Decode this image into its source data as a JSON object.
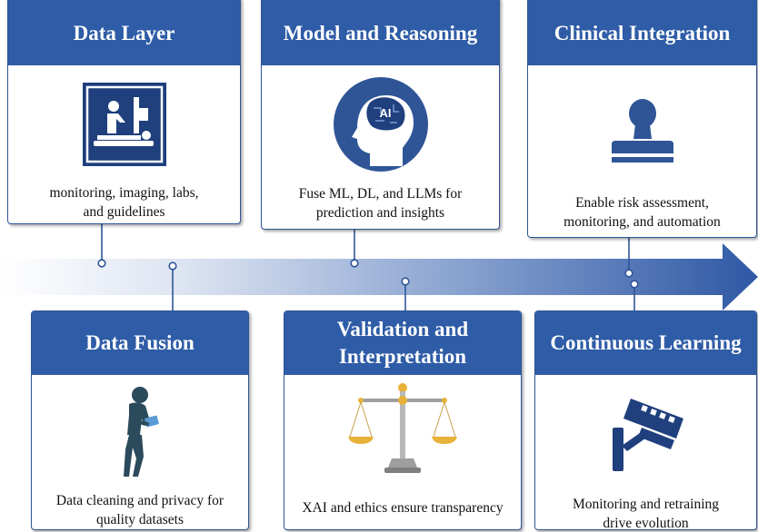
{
  "cards": {
    "data_layer": {
      "title": "Data Layer",
      "line1": "monitoring, imaging, labs,",
      "line2": "and guidelines",
      "icon": "patient-monitoring-icon"
    },
    "model_reasoning": {
      "title": "Model and Reasoning",
      "line1": "Fuse ML, DL, and LLMs for",
      "line2": "prediction and insights",
      "icon": "ai-head-icon",
      "icon_text": "AI"
    },
    "clinical_integration": {
      "title": "Clinical Integration",
      "line1": "Enable risk assessment,",
      "line2": "monitoring, and automation",
      "icon": "stamp-icon"
    },
    "data_fusion": {
      "title": "Data Fusion",
      "line1": "Data cleaning and privacy for",
      "line2": "quality datasets",
      "icon": "person-with-tablet-icon"
    },
    "validation": {
      "title_line1": "Validation and",
      "title_line2": "Interpretation",
      "line1": "XAI and ethics ensure transparency",
      "icon": "balance-scale-icon"
    },
    "continuous_learning": {
      "title": "Continuous Learning",
      "line1": "Monitoring and retraining",
      "line2": "drive evolution",
      "icon": "surveillance-camera-icon"
    }
  },
  "colors": {
    "header": "#2f5ca6",
    "border": "#2f5597",
    "arrow_end": "#2e58a5",
    "icon_dark": "#1f3f7d"
  }
}
